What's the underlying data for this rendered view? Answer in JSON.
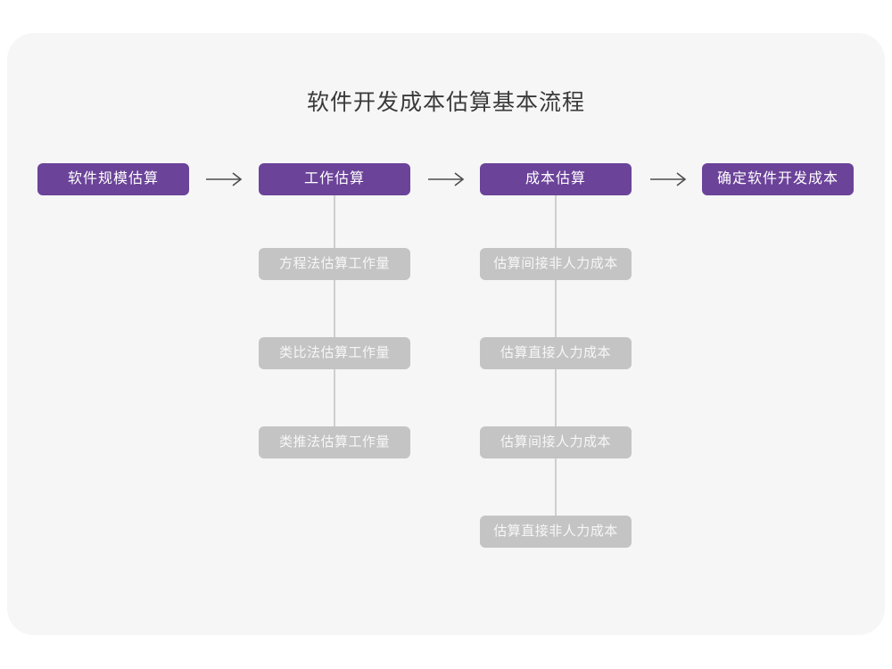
{
  "title": "软件开发成本估算基本流程",
  "colors": {
    "page_background": "#ffffff",
    "card_background": "#f6f6f6",
    "stage_fill": "#6b4399",
    "stage_text": "#ffffff",
    "child_fill": "#c4c4c4",
    "child_text": "#f7f7f7",
    "connector_line": "#cfcfcf",
    "arrow": "#4d4d4d",
    "title_text": "#3a3a3a"
  },
  "flow": {
    "stages": [
      {
        "label": "软件规模估算",
        "children": []
      },
      {
        "label": "工作估算",
        "children": [
          "方程法估算工作量",
          "类比法估算工作量",
          "类推法估算工作量"
        ]
      },
      {
        "label": "成本估算",
        "children": [
          "估算间接非人力成本",
          "估算直接人力成本",
          "估算间接人力成本",
          "估算直接非人力成本"
        ]
      },
      {
        "label": "确定软件开发成本",
        "children": []
      }
    ],
    "arrow_icon": "right-arrow"
  }
}
